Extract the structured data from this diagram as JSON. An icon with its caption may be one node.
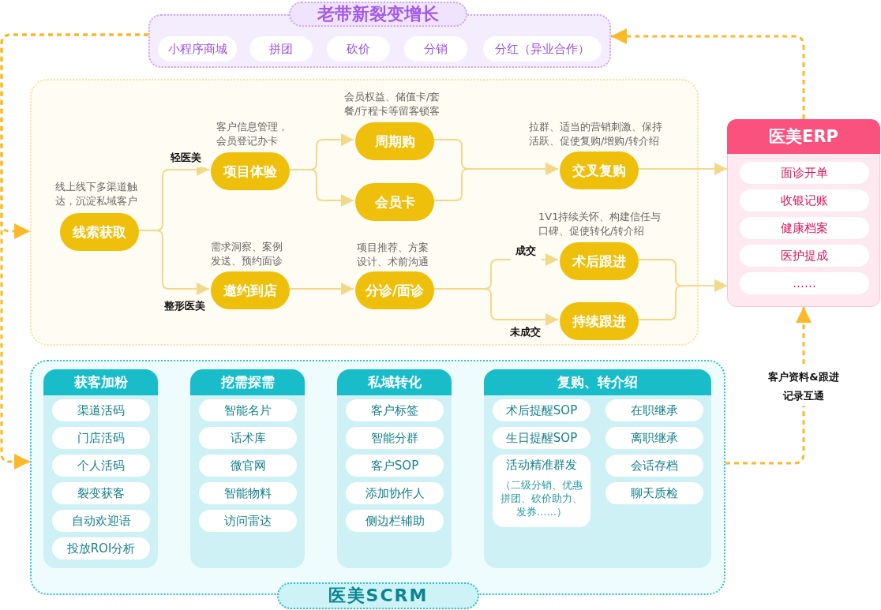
{
  "diagram": {
    "nodes": [
      {
        "text": [
          "老带新裂变增长"
        ]
      },
      {
        "text": [
          "小程序商城"
        ],
        "in": 0
      },
      {
        "text": [
          "拼团"
        ],
        "in": 0
      },
      {
        "text": [
          "砍价"
        ],
        "in": 0
      },
      {
        "text": [
          "分销"
        ],
        "in": 0
      },
      {
        "text": [
          "分红（异业合作）"
        ],
        "in": 0
      },
      {
        "text": [],
        "shape": "box"
      },
      {
        "text": [
          "线索获取"
        ],
        "in": 6,
        "beside": [
          "线上线下多渠道触达，沉淀私域客户"
        ]
      },
      {
        "text": [
          "项目体验"
        ],
        "in": 6,
        "beside": [
          "客户信息管理，会员登记办卡"
        ]
      },
      {
        "text": [
          "邀约到店"
        ],
        "in": 6,
        "beside": [
          "需求洞察、案例发送、预约面诊"
        ]
      },
      {
        "text": [
          "周期购"
        ],
        "in": 6,
        "beside": [
          "会员权益、储值卡/套餐/疗程卡等留客锁客"
        ]
      },
      {
        "text": [
          "会员卡"
        ],
        "in": 6
      },
      {
        "text": [
          "分诊/面诊"
        ],
        "in": 6,
        "beside": [
          "项目推荐、方案设计、术前沟通"
        ]
      },
      {
        "text": [
          "交叉复购"
        ],
        "in": 6,
        "beside": [
          "拉群、适当的营销刺激、保持活跃、促使复购/增购/转介绍"
        ]
      },
      {
        "text": [
          "术后跟进"
        ],
        "in": 6,
        "beside": [
          "1V1持续关怀、构建信任与口碑、促使转化/转介绍"
        ]
      },
      {
        "text": [
          "持续跟进"
        ],
        "in": 6
      },
      {
        "text": [
          "医美ERP"
        ]
      },
      {
        "text": [
          "面诊开单"
        ],
        "in": 16
      },
      {
        "text": [
          "收银记账"
        ],
        "in": 16
      },
      {
        "text": [
          "健康档案"
        ],
        "in": 16
      },
      {
        "text": [
          "医护提成"
        ],
        "in": 16
      },
      {
        "text": [
          "……"
        ],
        "in": 16
      },
      {
        "text": [
          "医美SCRM"
        ]
      },
      {
        "text": [
          "获客加粉"
        ],
        "in": 22
      },
      {
        "text": [
          "渠道活码"
        ],
        "in": 23
      },
      {
        "text": [
          "门店活码"
        ],
        "in": 23
      },
      {
        "text": [
          "个人活码"
        ],
        "in": 23
      },
      {
        "text": [
          "裂变获客"
        ],
        "in": 23
      },
      {
        "text": [
          "自动欢迎语"
        ],
        "in": 23
      },
      {
        "text": [
          "投放ROI分析"
        ],
        "in": 23
      },
      {
        "text": [
          "挖需探需"
        ],
        "in": 22
      },
      {
        "text": [
          "智能名片"
        ],
        "in": 30
      },
      {
        "text": [
          "话术库"
        ],
        "in": 30
      },
      {
        "text": [
          "微官网"
        ],
        "in": 30
      },
      {
        "text": [
          "智能物料"
        ],
        "in": 30
      },
      {
        "text": [
          "访问雷达"
        ],
        "in": 30
      },
      {
        "text": [
          "私域转化"
        ],
        "in": 22
      },
      {
        "text": [
          "客户标签"
        ],
        "in": 36
      },
      {
        "text": [
          "智能分群"
        ],
        "in": 36
      },
      {
        "text": [
          "客户SOP"
        ],
        "in": 36
      },
      {
        "text": [
          "添加协作人"
        ],
        "in": 36
      },
      {
        "text": [
          "侧边栏辅助"
        ],
        "in": 36
      },
      {
        "text": [
          "复购、转介绍"
        ],
        "in": 22
      },
      {
        "text": [
          "术后提醒SOP"
        ],
        "in": 42
      },
      {
        "text": [
          "生日提醒SOP"
        ],
        "in": 42
      },
      {
        "text": [
          "活动精准群发",
          "（二级分销、优惠拼团、砍价助力、发券……）"
        ],
        "in": 42
      },
      {
        "text": [
          "在职继承"
        ],
        "in": 42
      },
      {
        "text": [
          "离职继承"
        ],
        "in": 42
      },
      {
        "text": [
          "会话存档"
        ],
        "in": 42
      },
      {
        "text": [
          "聊天质检"
        ],
        "in": 42
      }
    ],
    "edges": [
      {
        "from": 7,
        "to": 8,
        "arrow": "to",
        "label": "轻医美"
      },
      {
        "from": 7,
        "to": 9,
        "arrow": "to",
        "label": "整形医美"
      },
      {
        "from": 8,
        "to": 10,
        "arrow": "to"
      },
      {
        "from": 8,
        "to": 11,
        "arrow": "to"
      },
      {
        "from": 10,
        "to": 13,
        "arrow": "to"
      },
      {
        "from": 11,
        "to": 13,
        "arrow": "to"
      },
      {
        "from": 9,
        "to": 12,
        "arrow": "to"
      },
      {
        "from": 12,
        "to": 14,
        "arrow": "to",
        "label": "成交"
      },
      {
        "from": 12,
        "to": 15,
        "arrow": "to",
        "label": "未成交"
      },
      {
        "from": 13,
        "to": 16,
        "arrow": "to"
      },
      {
        "from": 14,
        "to": 16,
        "arrow": "to"
      },
      {
        "from": 15,
        "to": 16,
        "arrow": "to"
      },
      {
        "from": 16,
        "to": 0,
        "arrow": "to",
        "style": "dashed",
        "color": "#fbb829"
      },
      {
        "from": 0,
        "to": 6,
        "arrow": "to",
        "style": "dashed",
        "color": "#fbb829"
      },
      {
        "from": 0,
        "to": 22,
        "arrow": "to",
        "style": "dashed",
        "color": "#fbb829"
      },
      {
        "from": 22,
        "to": 16,
        "arrow": "to",
        "style": "dashed",
        "color": "#fbb829",
        "label": "客户资料&跟进记录互通"
      }
    ]
  }
}
